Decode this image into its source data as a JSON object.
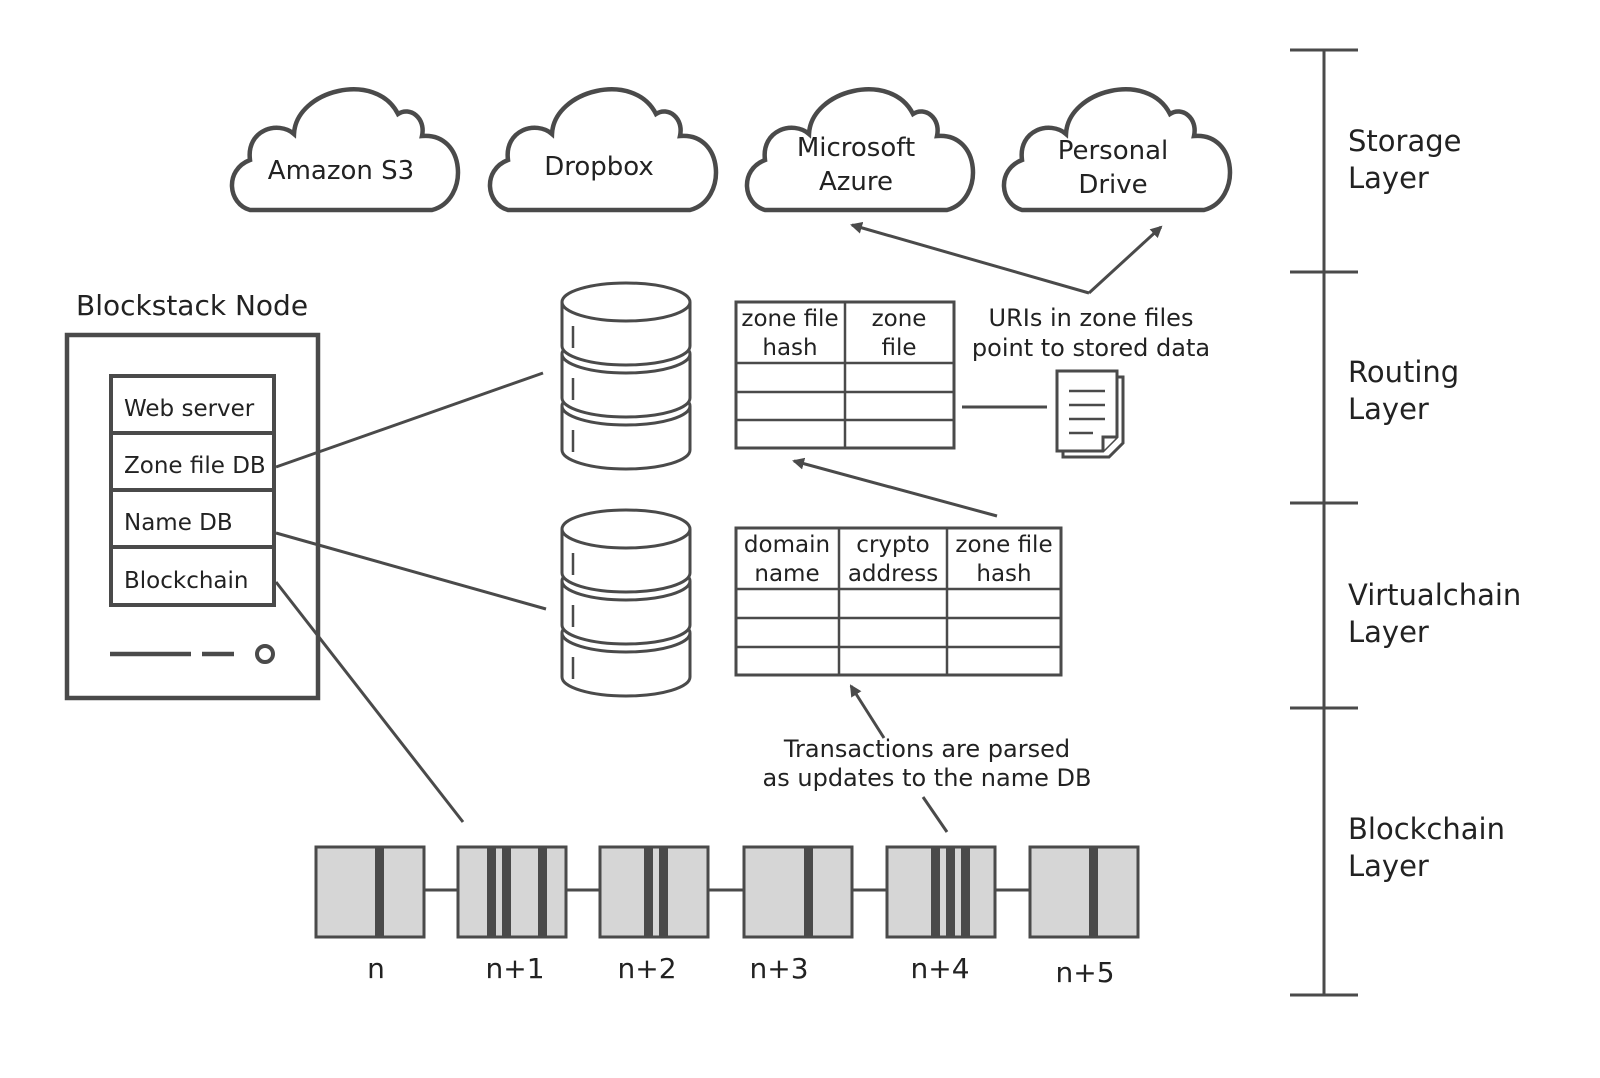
{
  "layers": [
    {
      "line1": "Storage",
      "line2": "Layer"
    },
    {
      "line1": "Routing",
      "line2": "Layer"
    },
    {
      "line1": "Virtualchain",
      "line2": "Layer"
    },
    {
      "line1": "Blockchain",
      "line2": "Layer"
    }
  ],
  "storage_providers": [
    {
      "line1": "Amazon S3",
      "line2": ""
    },
    {
      "line1": "Dropbox",
      "line2": ""
    },
    {
      "line1": "Microsoft",
      "line2": "Azure"
    },
    {
      "line1": "Personal",
      "line2": "Drive"
    }
  ],
  "node": {
    "title": "Blockstack Node",
    "components": [
      "Web server",
      "Zone file DB",
      "Name DB",
      "Blockchain"
    ]
  },
  "zone_table": {
    "headers": [
      {
        "line1": "zone file",
        "line2": "hash"
      },
      {
        "line1": "zone",
        "line2": "file"
      }
    ],
    "rows": 3
  },
  "name_table": {
    "headers": [
      {
        "line1": "domain",
        "line2": "name"
      },
      {
        "line1": "crypto",
        "line2": "address"
      },
      {
        "line1": "zone file",
        "line2": "hash"
      }
    ],
    "rows": 3
  },
  "annotations": {
    "uris": {
      "line1": "URIs in zone files",
      "line2": "point to stored data"
    },
    "transactions": {
      "line1": "Transactions are parsed",
      "line2": "as updates to the name DB"
    }
  },
  "blocks": [
    "n",
    "n+1",
    "n+2",
    "n+3",
    "n+4",
    "n+5"
  ],
  "colors": {
    "stroke": "#4a4a4a",
    "block_fill": "#d6d6d6"
  },
  "icons": [
    "cloud-icon",
    "database-icon",
    "document-icon",
    "server-icon"
  ]
}
